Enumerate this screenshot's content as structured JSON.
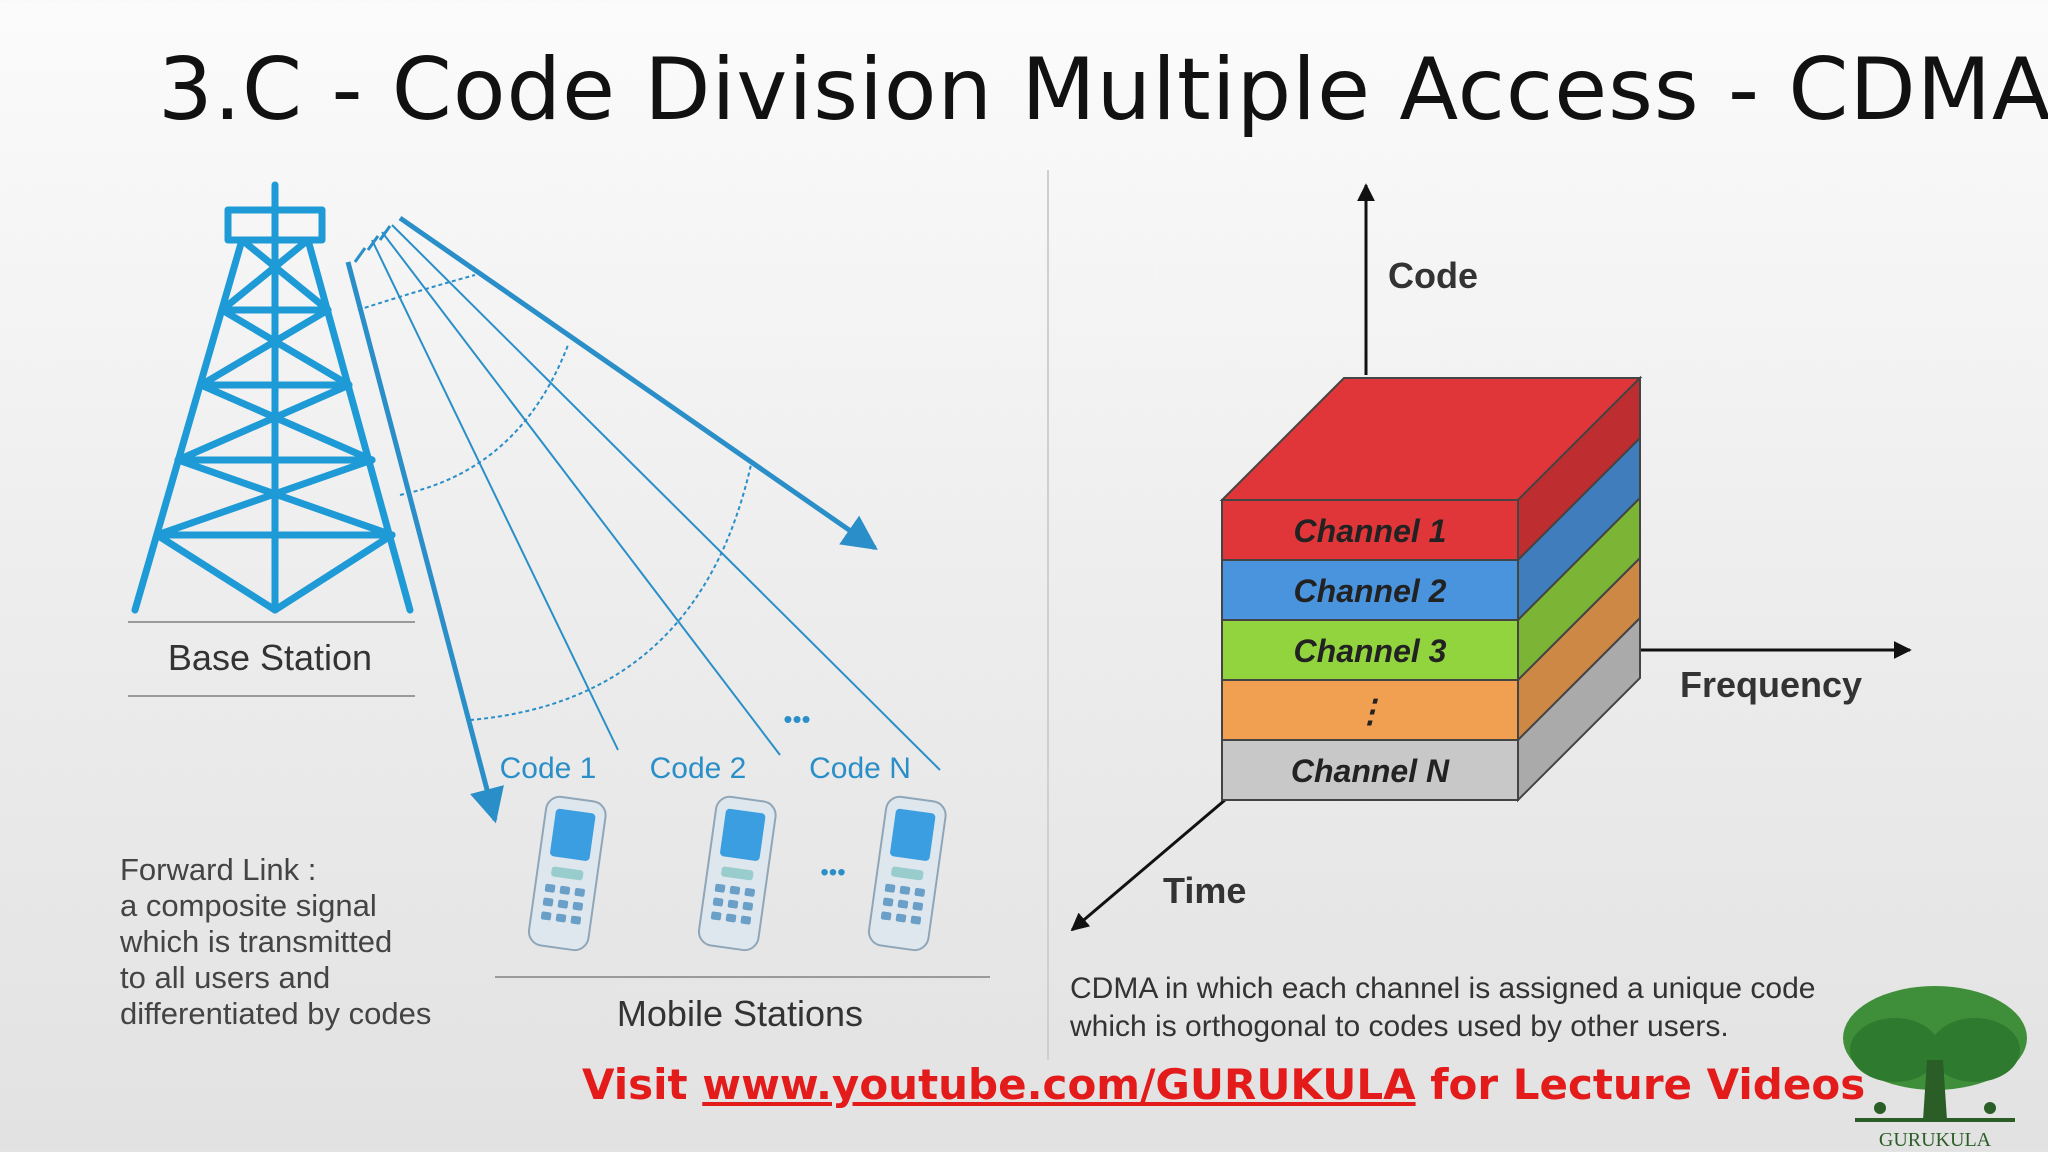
{
  "title": "3.C - Code Division Multiple Access - CDMA",
  "left_diagram": {
    "base_station_label": "Base Station",
    "code_labels": [
      "Code 1",
      "Code 2",
      "Code N"
    ],
    "ellipsis": "•••",
    "phone_ellipsis": "•••",
    "mobile_stations_label": "Mobile Stations",
    "forward_link_lines": [
      "Forward Link :",
      "a composite signal",
      "which is transmitted",
      "to all users and",
      "differentiated by codes"
    ]
  },
  "right_diagram": {
    "axis_code": "Code",
    "axis_frequency": "Frequency",
    "axis_time": "Time",
    "channels": [
      {
        "label": "Channel 1",
        "color": "#e0363a"
      },
      {
        "label": "Channel 2",
        "color": "#4a93dd"
      },
      {
        "label": "Channel 3",
        "color": "#92d43e"
      },
      {
        "label": "⋮",
        "color": "#f0a050"
      },
      {
        "label": "Channel N",
        "color": "#c8c8c8"
      }
    ],
    "caption_lines": [
      "CDMA in which each channel is assigned a unique code",
      "which is orthogonal to codes used by other users."
    ]
  },
  "footer": {
    "prefix": "Visit ",
    "link": "www.youtube.com/GURUKULA",
    "suffix": " for Lecture  Videos"
  },
  "logo_text": "GURUKULA",
  "colors": {
    "tower_blue": "#1e9ad6",
    "footer_red": "#e31b1b"
  }
}
